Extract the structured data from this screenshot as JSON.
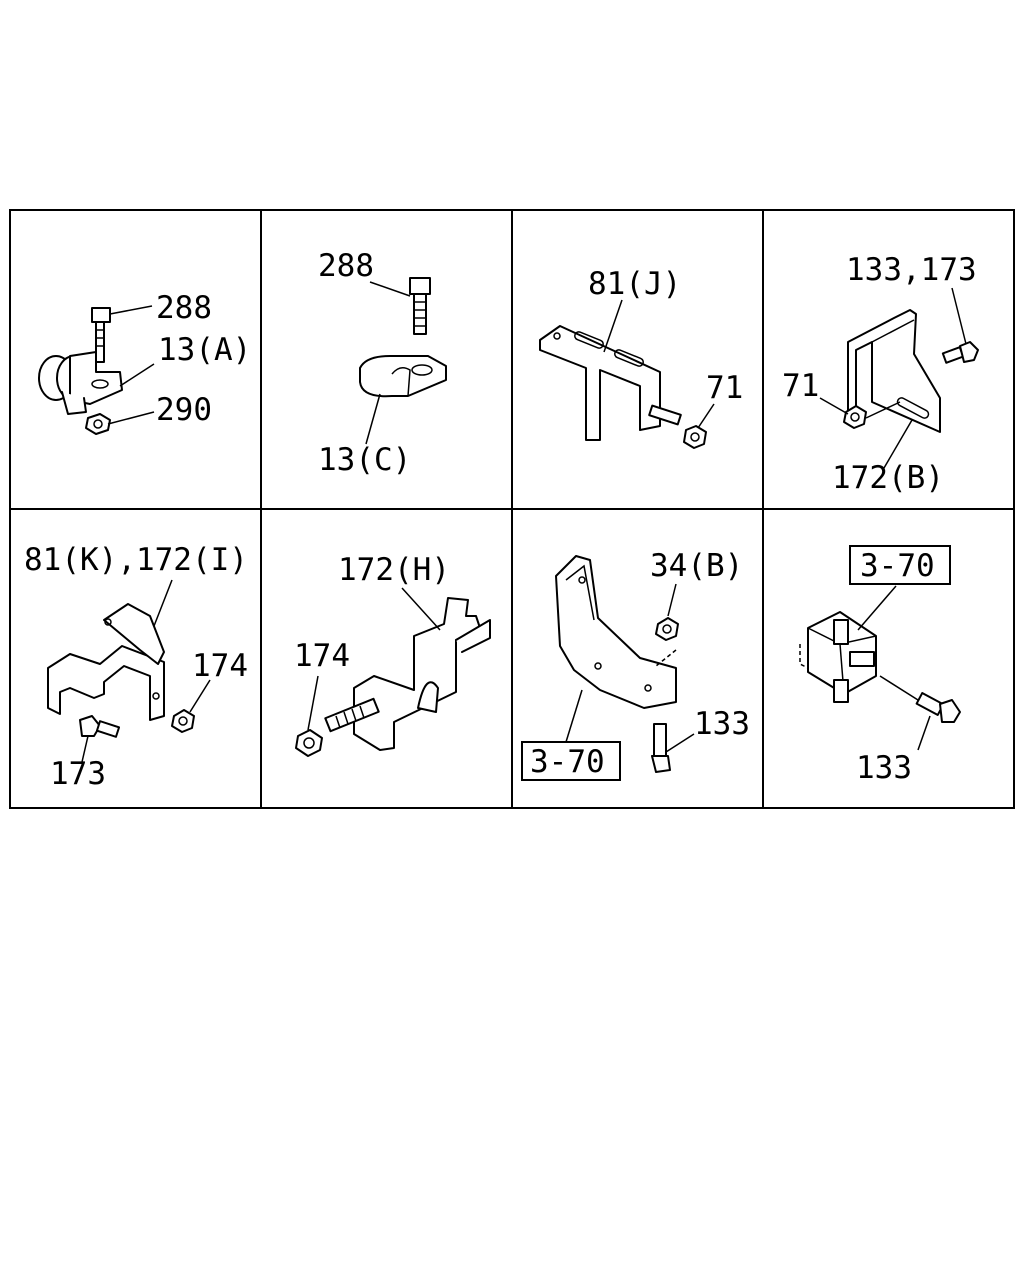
{
  "cells": [
    {
      "labels": [
        "288",
        "13(A)",
        "290"
      ]
    },
    {
      "labels": [
        "288",
        "13(C)"
      ]
    },
    {
      "labels": [
        "81(J)",
        "71"
      ]
    },
    {
      "labels": [
        "133,173",
        "71",
        "172(B)"
      ]
    },
    {
      "labels": [
        "81(K),172(I)",
        "174",
        "173"
      ]
    },
    {
      "labels": [
        "172(H)",
        "174"
      ]
    },
    {
      "labels": [
        "34(B)",
        "133",
        "3-70"
      ]
    },
    {
      "labels": [
        "3-70",
        "133"
      ]
    }
  ]
}
